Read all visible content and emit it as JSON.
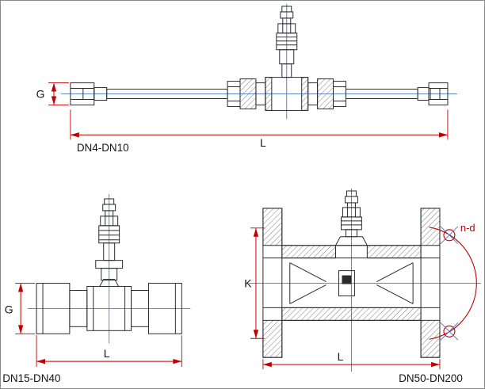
{
  "colors": {
    "line": "#2b2b2b",
    "dimension": "#c00000",
    "centerline": "#4a74c9",
    "background": "#ffffff"
  },
  "views": {
    "top": {
      "label": "DN4-DN10",
      "dim_g": "G",
      "dim_l": "L"
    },
    "bottom_left": {
      "label": "DN15-DN40",
      "dim_g": "G",
      "dim_l": "L"
    },
    "bottom_right": {
      "label": "DN50-DN200",
      "dim_k": "K",
      "dim_l": "L",
      "bolt_note": "n-d"
    }
  }
}
